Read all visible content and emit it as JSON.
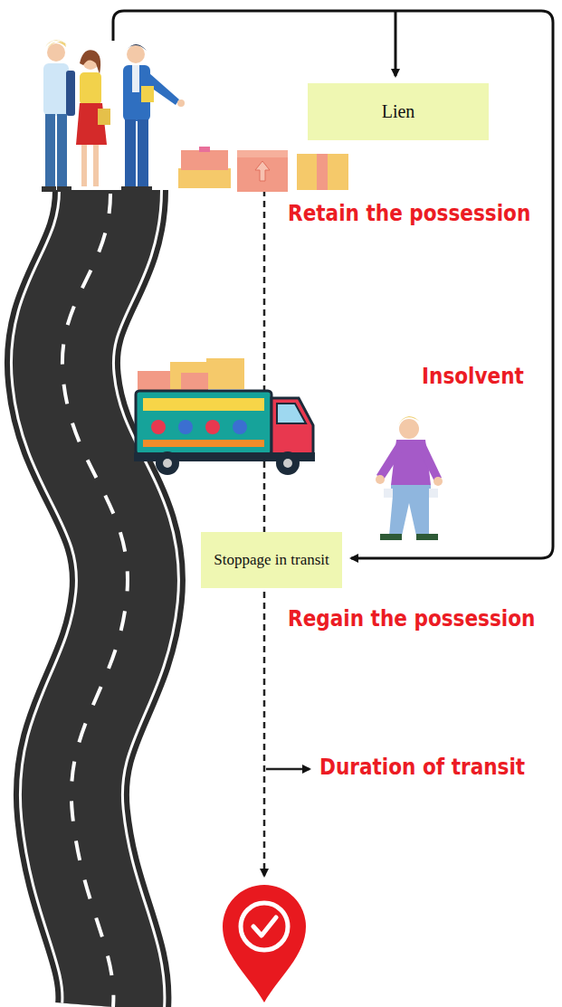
{
  "diagram": {
    "nodes": [
      {
        "text": [
          "Lien"
        ]
      },
      {
        "text": [
          "Stoppage in transit"
        ]
      }
    ],
    "labels": [
      "Retain the possession",
      "Insolvent",
      "Regain the possession",
      "Duration of transit"
    ]
  }
}
